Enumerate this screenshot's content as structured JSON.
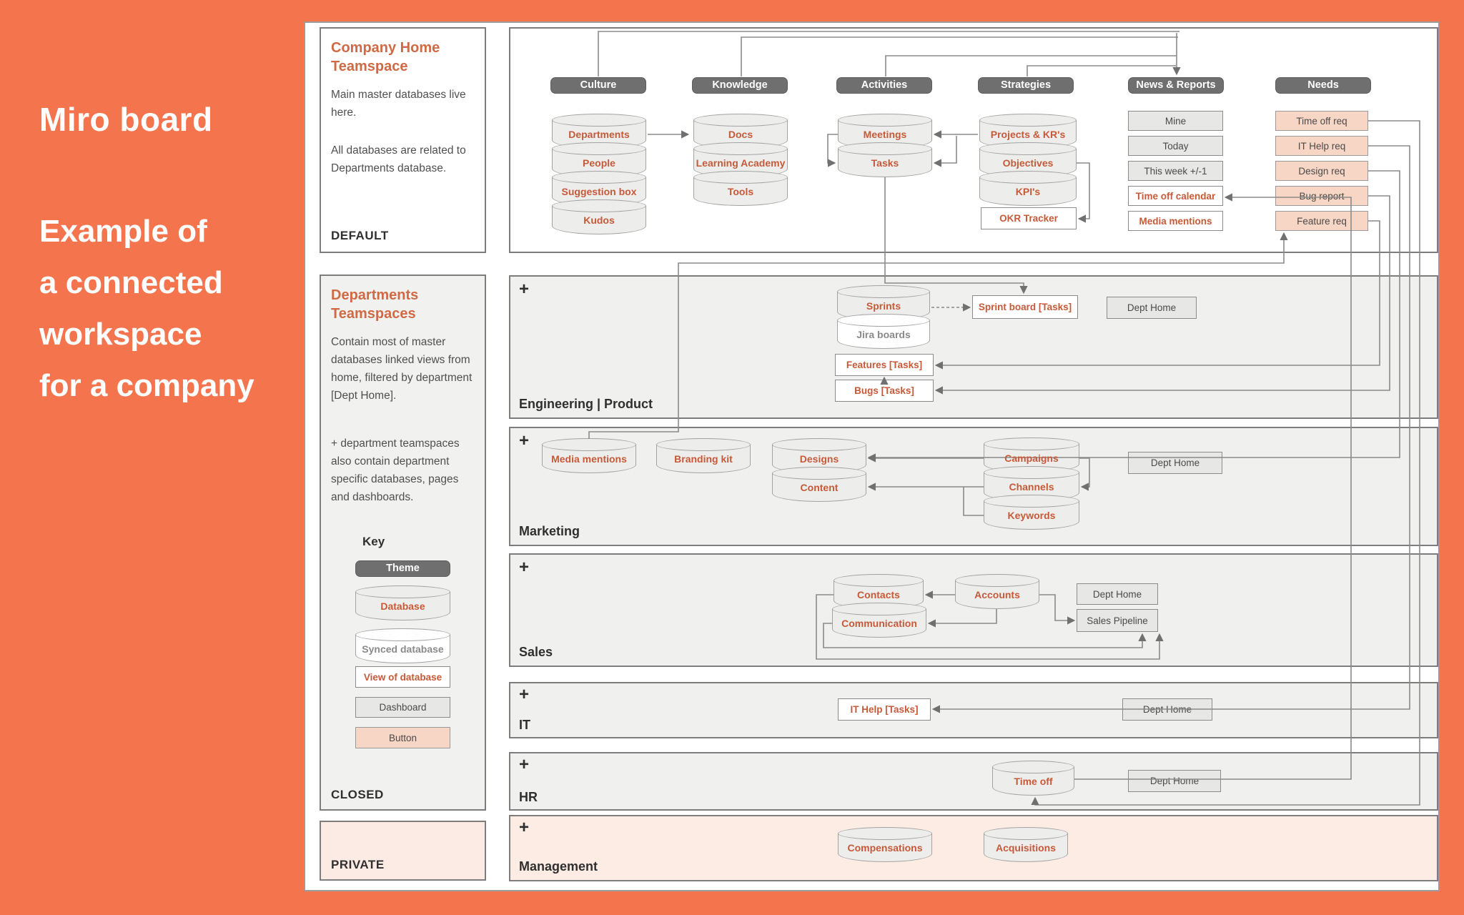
{
  "sidebar": {
    "title": "Miro board",
    "subtitle": "Example of\na connected\nworkspace\nfor a company"
  },
  "company_home": {
    "title": "Company Home Teamspace",
    "body1": "Main master databases live here.",
    "body2": "All databases are related to Departments database.",
    "footer": "DEFAULT"
  },
  "departments_panel": {
    "title": "Departments Teamspaces",
    "body1": "Contain most of master databases linked views from home, filtered by department [Dept Home].",
    "body2": "+ department teamspaces also contain department specific databases, pages and dashboards.",
    "key_title": "Key",
    "key": {
      "theme": "Theme",
      "database": "Database",
      "synced": "Synced database",
      "view": "View of database",
      "dashboard": "Dashboard",
      "button": "Button"
    },
    "footer": "CLOSED"
  },
  "private_panel": {
    "footer": "PRIVATE"
  },
  "themes": [
    "Culture",
    "Knowledge",
    "Activities",
    "Strategies",
    "News & Reports",
    "Needs"
  ],
  "home": {
    "culture_dbs": [
      "Departments",
      "People",
      "Suggestion box",
      "Kudos"
    ],
    "knowledge_dbs": [
      "Docs",
      "Learning Academy",
      "Tools"
    ],
    "activities_dbs": [
      "Meetings",
      "Tasks"
    ],
    "strategies_dbs": [
      "Projects & KR's",
      "Objectives",
      "KPI's"
    ],
    "strategies_view": "OKR Tracker",
    "news_dashboards": [
      "Mine",
      "Today",
      "This week +/-1"
    ],
    "news_views": [
      "Time off calendar",
      "Media mentions"
    ],
    "needs_buttons": [
      "Time off req",
      "IT Help req",
      "Design req",
      "Bug report",
      "Feature req"
    ]
  },
  "rows": {
    "engineering": {
      "plus": "+",
      "name": "Engineering | Product",
      "db": "Sprints",
      "synced": "Jira boards",
      "views": [
        "Features [Tasks]",
        "Bugs [Tasks]",
        "Sprint board [Tasks]"
      ],
      "dashboard": "Dept Home"
    },
    "marketing": {
      "plus": "+",
      "name": "Marketing",
      "dbs": [
        "Media mentions",
        "Branding kit",
        "Designs",
        "Content",
        "Campaigns",
        "Channels",
        "Keywords"
      ],
      "dashboard": "Dept Home"
    },
    "sales": {
      "plus": "+",
      "name": "Sales",
      "dbs": [
        "Contacts",
        "Communication",
        "Accounts"
      ],
      "dashboards": [
        "Dept Home",
        "Sales Pipeline"
      ]
    },
    "it": {
      "plus": "+",
      "name": "IT",
      "view": "IT Help [Tasks]",
      "dashboard": "Dept Home"
    },
    "hr": {
      "plus": "+",
      "name": "HR",
      "db": "Time off",
      "dashboard": "Dept Home"
    },
    "management": {
      "plus": "+",
      "name": "Management",
      "dbs": [
        "Compensations",
        "Acquisitions"
      ]
    }
  },
  "colors": {
    "coral": "#f4744e",
    "accent_text": "#c65a38",
    "theme_pill": "#6f6f6f",
    "button_fill": "#f7d6c5",
    "peach_section": "#fcece4"
  }
}
